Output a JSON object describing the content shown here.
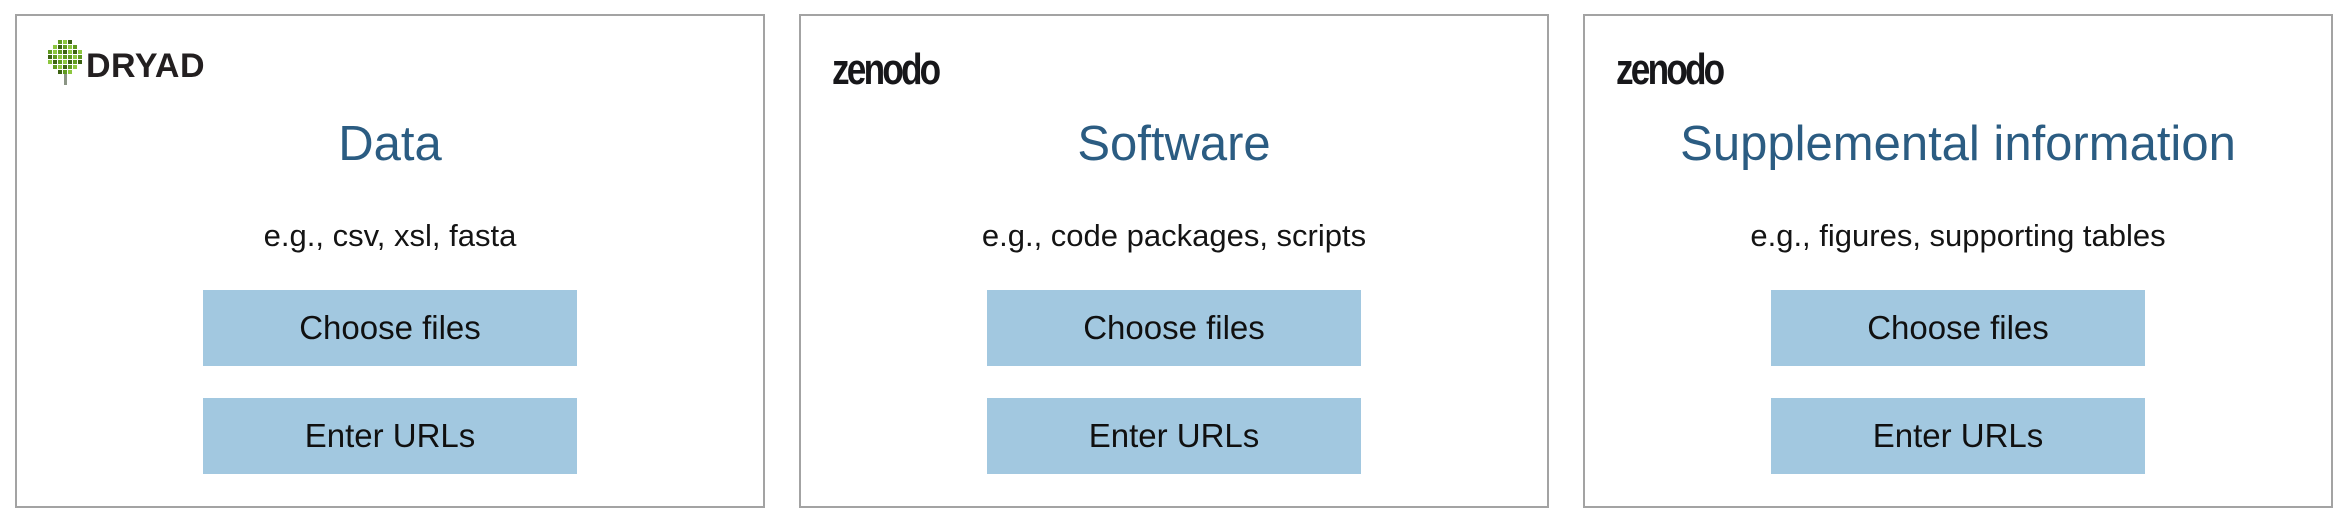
{
  "colors": {
    "title_blue": "#2b5c82",
    "button_blue": "#a2c8e0",
    "panel_border_gray": "#a3a3a3",
    "dryad_green_light": "#8dc63f",
    "dryad_green_mid": "#5f9a1f",
    "dryad_green_dark": "#3c6212",
    "dryad_trunk_gray": "#8b9585",
    "wordmark_black": "#1a1a1a"
  },
  "panels": [
    {
      "logo": {
        "name": "dryad",
        "wordmark": "DRYAD",
        "icon": "dryad-tree-icon"
      },
      "title": "Data",
      "subtitle": "e.g., csv, xsl, fasta",
      "choose_files_label": "Choose files",
      "enter_urls_label": "Enter URLs"
    },
    {
      "logo": {
        "name": "zenodo",
        "wordmark": "zenodo"
      },
      "title": "Software",
      "subtitle": "e.g., code packages, scripts",
      "choose_files_label": "Choose files",
      "enter_urls_label": "Enter URLs"
    },
    {
      "logo": {
        "name": "zenodo",
        "wordmark": "zenodo"
      },
      "title": "Supplemental information",
      "subtitle": "e.g., figures, supporting tables",
      "choose_files_label": "Choose files",
      "enter_urls_label": "Enter URLs"
    }
  ]
}
